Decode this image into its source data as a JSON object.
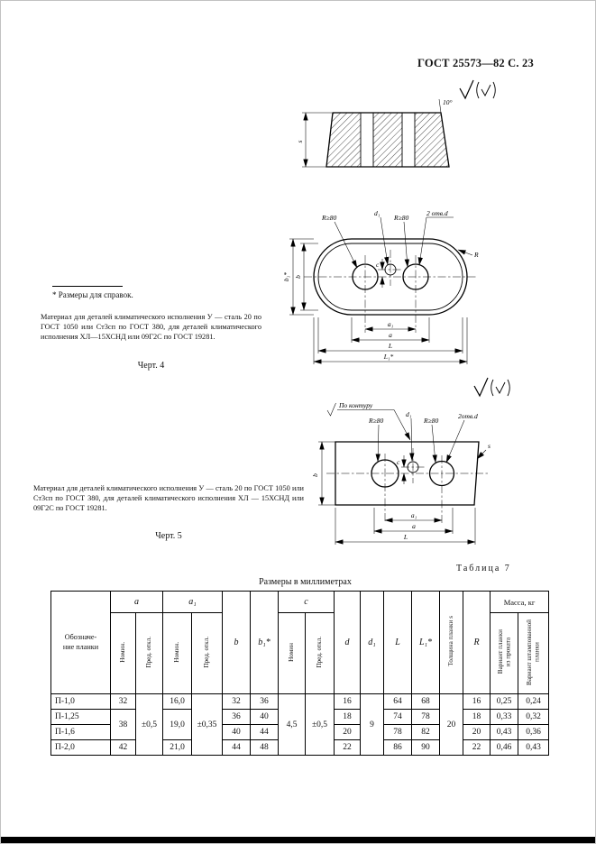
{
  "page": {
    "header": "ГОСТ 25573—82 С. 23"
  },
  "fig4": {
    "footnote": "* Размеры для справок.",
    "material": "Материал для деталей климатического исполнения У — сталь 20 по ГОСТ 1050 или Ст3сп по ГОСТ 380, для деталей климатического исполнения ХЛ—15ХСНД или 09Г2С по ГОСТ 19281.",
    "caption": "Черт. 4",
    "labels": {
      "angle": "10°",
      "s": "s",
      "r80_left": "R≥80",
      "d1": "d₁",
      "r80_right": "R≥80",
      "holes": "2 отв.d",
      "c": "c",
      "R": "R",
      "b1": "b₁*",
      "b": "b",
      "a1": "a₁",
      "a": "a",
      "L": "L",
      "L1": "L₁*"
    }
  },
  "fig5": {
    "material": "Материал для деталей климатического исполнения У — сталь 20 по ГОСТ 1050 или Ст3сп по ГОСТ 380, для деталей климатического исполнения ХЛ — 15ХСНД или 09Г2С по ГОСТ 19281.",
    "caption": "Черт. 5",
    "labels": {
      "contour": "По контуру",
      "r80_left": "R≥80",
      "d1": "d₁",
      "r80_right": "R≥80",
      "holes": "2отв.d",
      "s": "s",
      "c": "c",
      "b": "b",
      "a1": "a₁",
      "a": "a",
      "L": "L"
    }
  },
  "table": {
    "title": "Таблица 7",
    "subtitle": "Размеры в миллиметрах",
    "col": {
      "name": "Обозначе-\nние планки",
      "a": "a",
      "a1": "a₁",
      "b": "b",
      "b1": "b₁*",
      "c": "c",
      "d": "d",
      "d1": "d₁",
      "L": "L",
      "L1": "L₁*",
      "s": "Толщина планки s",
      "R": "R",
      "mass": "Масса, кг",
      "nom": "Номин.",
      "tol": "Пред. откл.",
      "nom2": "Номин",
      "tol2": "Пред. откл.",
      "m1": "Вариант планки\nиз проката",
      "m2": "Вариант штампованной\nпланки"
    },
    "shared": {
      "a_tol": "±0,5",
      "a1_tol": "±0,35",
      "c": "4,5",
      "c_tol": "±0,5",
      "d1": "9",
      "s": "20"
    },
    "rows": [
      {
        "name": "П-1,0",
        "a": "32",
        "a1": "16,0",
        "b": "32",
        "b1": "36",
        "d": "16",
        "L": "64",
        "L1": "68",
        "R": "16",
        "m1": "0,25",
        "m2": "0,24"
      },
      {
        "name": "П-1,25",
        "a": "38",
        "a1": "19,0",
        "b": "36",
        "b1": "40",
        "d": "18",
        "L": "74",
        "L1": "78",
        "R": "18",
        "m1": "0,33",
        "m2": "0,32"
      },
      {
        "name": "П-1,6",
        "b": "40",
        "b1": "44",
        "d": "20",
        "L": "78",
        "L1": "82",
        "R": "20",
        "m1": "0,43",
        "m2": "0,36"
      },
      {
        "name": "П-2,0",
        "a": "42",
        "a1": "21,0",
        "b": "44",
        "b1": "48",
        "d": "22",
        "L": "86",
        "L1": "90",
        "R": "22",
        "m1": "0,46",
        "m2": "0,43"
      }
    ]
  }
}
